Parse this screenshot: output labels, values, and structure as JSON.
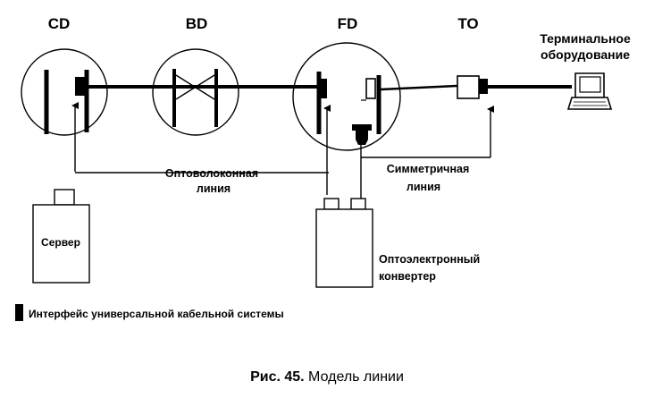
{
  "labels": {
    "cd": "CD",
    "bd": "BD",
    "fd": "FD",
    "to": "TO",
    "terminal_line1": "Терминальное",
    "terminal_line2": "оборудование",
    "optical_line1": "Оптоволоконная",
    "optical_line2": "линия",
    "sym_line1": "Симметричная",
    "sym_line2": "линия",
    "server": "Сервер",
    "converter_line1": "Оптоэлектронный",
    "converter_line2": "конвертер",
    "legend": "Интерфейс универсальной кабельной системы",
    "caption_bold": "Рис. 45.",
    "caption_rest": " Модель линии"
  },
  "colors": {
    "ink": "#000000",
    "background": "#ffffff"
  }
}
